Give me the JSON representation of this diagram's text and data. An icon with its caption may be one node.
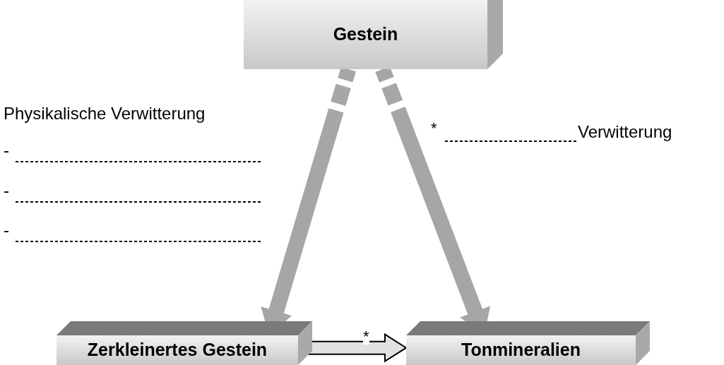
{
  "diagram": {
    "nodes": [
      {
        "text": [
          "Gestein"
        ]
      },
      {
        "text": [
          "Zerkleinertes Gestein"
        ]
      },
      {
        "text": [
          "Tonmineralien"
        ]
      }
    ],
    "edges": [
      {
        "from": 0,
        "to": 1,
        "arrow": "to",
        "style": "dashed"
      },
      {
        "from": 0,
        "to": 2,
        "arrow": "to",
        "style": "dashed"
      },
      {
        "from": 1,
        "to": 2,
        "arrow": "to",
        "label": "*",
        "color": "#000000"
      }
    ],
    "labels": [
      "Physikalische Verwitterung",
      "-",
      "-",
      "-",
      "*",
      "Verwitterung"
    ]
  }
}
